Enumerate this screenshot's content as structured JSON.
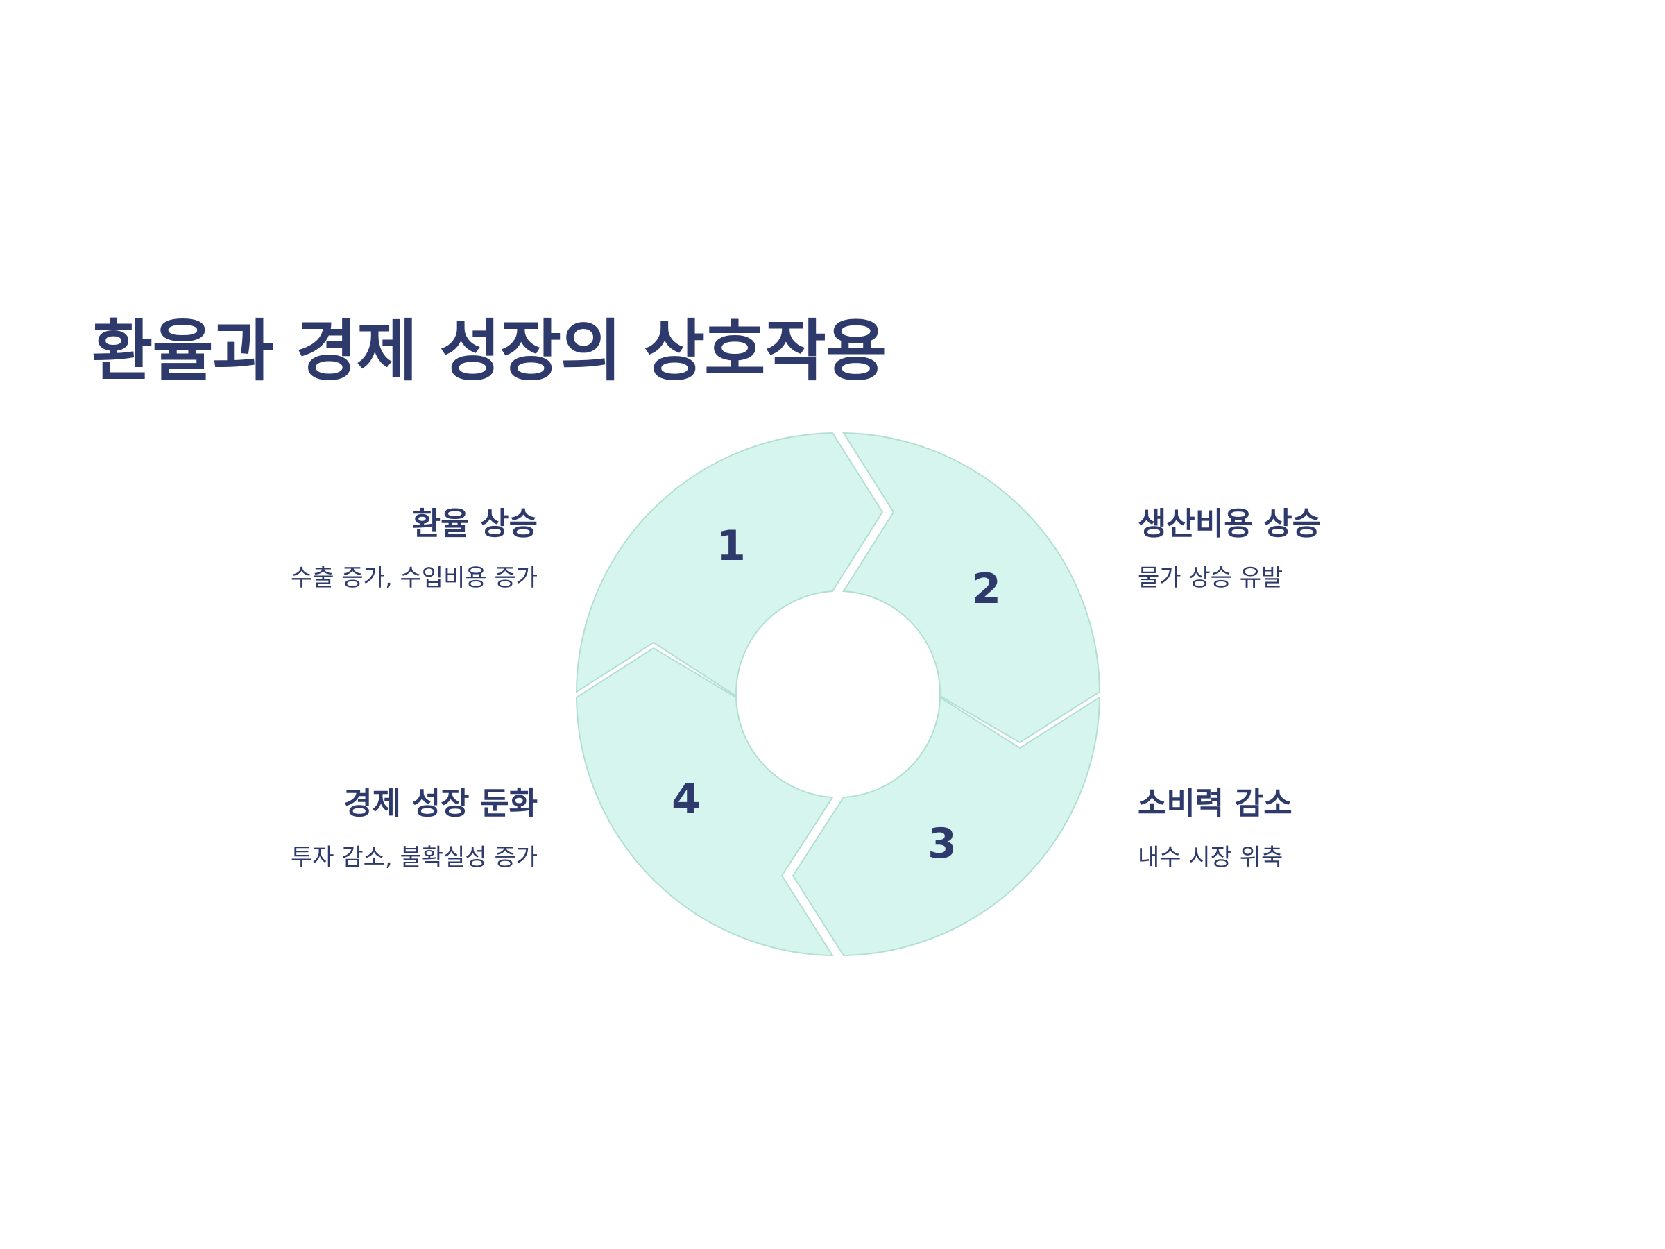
{
  "title": "환율과 경제 성장의 상호작용",
  "colors": {
    "segment_fill": "#d6f5ee",
    "segment_stroke": "#b3dfd3",
    "text": "#2e3a6b"
  },
  "steps": [
    {
      "number": "1",
      "title": "환율 상승",
      "description": "수출 증가, 수입비용 증가"
    },
    {
      "number": "2",
      "title": "생산비용 상승",
      "description": "물가 상승 유발"
    },
    {
      "number": "3",
      "title": "소비력 감소",
      "description": "내수 시장 위축"
    },
    {
      "number": "4",
      "title": "경제 성장 둔화",
      "description": "투자 감소, 불확실성 증가"
    }
  ]
}
